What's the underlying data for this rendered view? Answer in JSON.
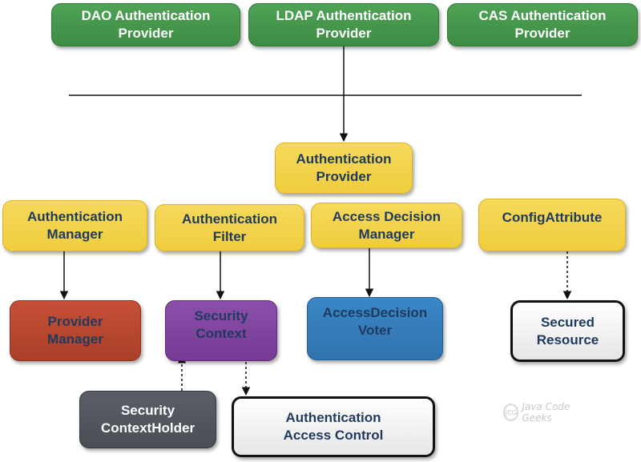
{
  "nodes": {
    "dao_provider": "DAO Authentication\nProvider",
    "ldap_provider": "LDAP Authentication\nProvider",
    "cas_provider": "CAS Authentication\nProvider",
    "authentication_provider": "Authentication\nProvider",
    "authentication_manager": "Authentication\nManager",
    "authentication_filter": "Authentication\nFilter",
    "access_decision_manager": "Access Decision\nManager",
    "config_attribute": "ConfigAttribute",
    "provider_manager": "Provider\nManager",
    "security_context": "Security\nContext",
    "access_decision_voter": "AccessDecision\nVoter",
    "secured_resource": "Secured\nResource",
    "security_context_holder": "Security\nContextHolder",
    "authentication_access_control": "Authentication\nAccess Control"
  },
  "watermark": {
    "text": "Java Code Geeks",
    "icon_text": "JCG"
  },
  "colors": {
    "green": "#3d8c44",
    "yellow": "#efcd3e",
    "red": "#ab3f28",
    "purple": "#773b95",
    "blue": "#2f73ad",
    "darkgray": "#4a4e55",
    "text_dark": "#1f3a5f"
  }
}
